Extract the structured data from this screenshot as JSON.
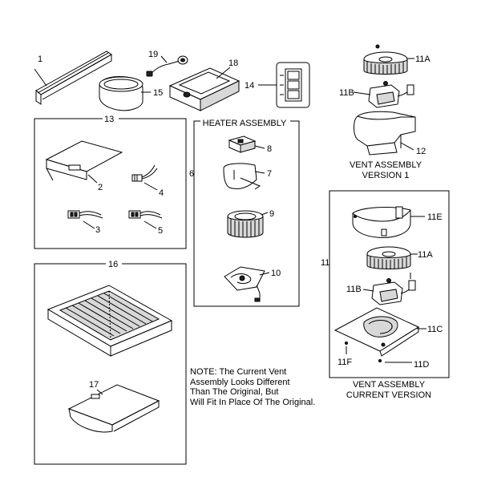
{
  "parts": {
    "p1": "1",
    "p2": "2",
    "p3": "3",
    "p4": "4",
    "p5": "5",
    "p6": "6",
    "p7": "7",
    "p8": "8",
    "p9": "9",
    "p10": "10",
    "p11": "11",
    "p11a_top": "11A",
    "p11b_top": "11B",
    "p11a": "11A",
    "p11b": "11B",
    "p11c": "11C",
    "p11d": "11D",
    "p11e": "11E",
    "p11f": "11F",
    "p12": "12",
    "p13": "13",
    "p14": "14",
    "p15": "15",
    "p16": "16",
    "p17": "17",
    "p18": "18",
    "p19": "19"
  },
  "groups": {
    "heater_title": "HEATER ASSEMBLY",
    "vent_v1_line1": "VENT ASSEMBLY",
    "vent_v1_line2": "VERSION 1",
    "vent_cur_line1": "VENT ASSEMBLY",
    "vent_cur_line2": "CURRENT VERSION"
  },
  "note": {
    "line1": "NOTE: The Current Vent",
    "line2": "Assembly Looks Different",
    "line3": "Than The Original, But",
    "line4": "Will Fit In Place Of The Original."
  }
}
